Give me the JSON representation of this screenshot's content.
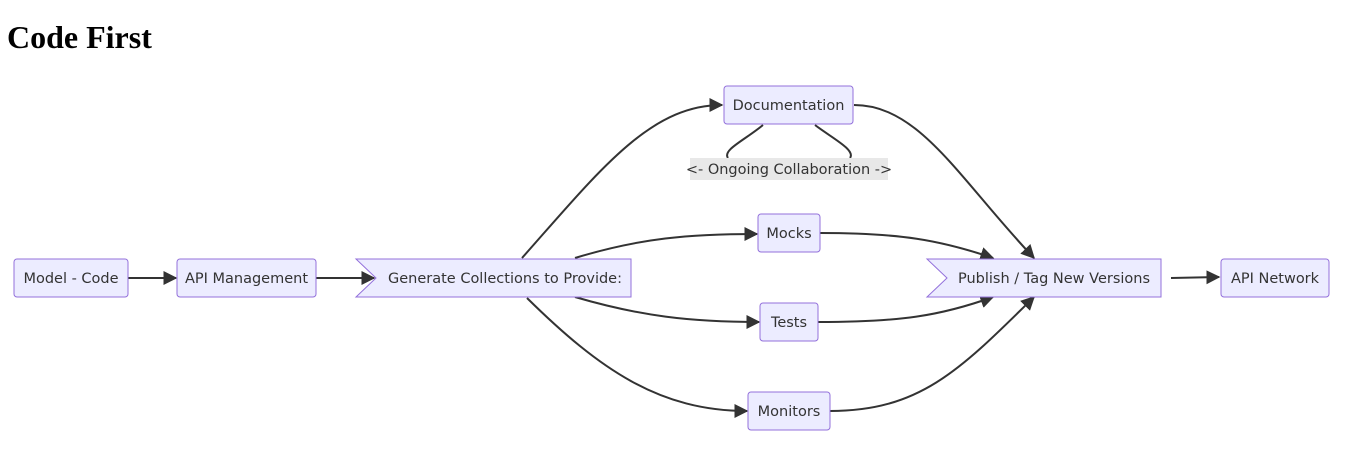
{
  "title": "Code First",
  "nodes": {
    "model_code": "Model - Code",
    "api_management": "API Management",
    "generate_collections": "Generate Collections to Provide:",
    "documentation": "Documentation",
    "mocks": "Mocks",
    "tests": "Tests",
    "monitors": "Monitors",
    "publish": "Publish / Tag New Versions",
    "api_network": "API Network"
  },
  "edge_labels": {
    "collaboration": "<- Ongoing Collaboration ->"
  },
  "colors": {
    "node_fill": "#ECECFF",
    "node_stroke": "#9370DB",
    "edge": "#333333",
    "label_bg": "#e8e8e8"
  }
}
